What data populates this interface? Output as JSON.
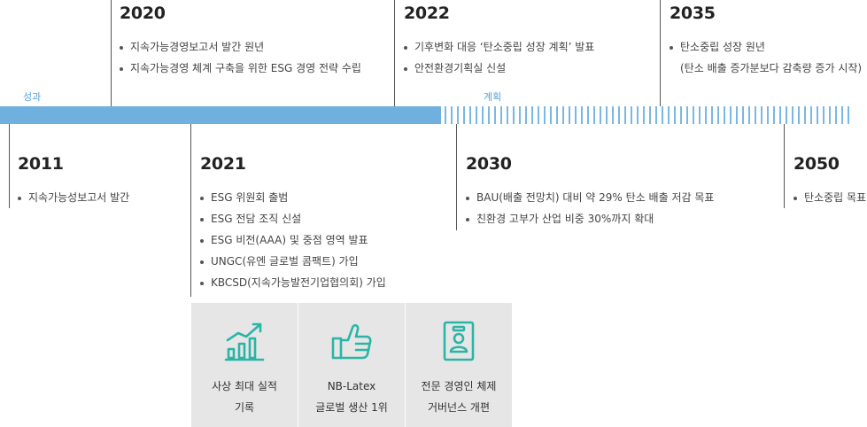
{
  "timeline": {
    "achievement_label": "성과",
    "plan_label": "계획"
  },
  "milestones": {
    "y2020": {
      "year": "2020",
      "items": [
        "지속가능경영보고서 발간 원년",
        "지속가능경영 체계 구축을 위한 ESG 경영 전략 수립"
      ]
    },
    "y2022": {
      "year": "2022",
      "items": [
        "기후변화 대응 ‘탄소중립 성장 계획’ 발표",
        "안전환경기획실 신설"
      ]
    },
    "y2035": {
      "year": "2035",
      "items": [
        "탄소중립 성장 원년",
        "(탄소 배출 증가분보다 감축량 증가 시작)"
      ]
    },
    "y2011": {
      "year": "2011",
      "items": [
        "지속가능성보고서 발간"
      ]
    },
    "y2021": {
      "year": "2021",
      "items": [
        "ESG 위원회 출범",
        "ESG 전담 조직 신설",
        "ESG 비전(AAA) 및 중점 영역 발표",
        "UNGC(유엔 글로벌 콤팩트) 가입",
        "KBCSD(지속가능발전기업협의회) 가입"
      ]
    },
    "y2030": {
      "year": "2030",
      "items": [
        "BAU(배출 전망치) 대비 약 29% 탄소 배출 저감 목표",
        "친환경 고부가 산업 비중 30%까지 확대"
      ]
    },
    "y2050": {
      "year": "2050",
      "items": [
        "탄소중립 목표"
      ]
    }
  },
  "cards": [
    {
      "icon": "growth-chart-icon",
      "line1": "사상 최대 실적",
      "line2": "기록"
    },
    {
      "icon": "thumbs-up-icon",
      "line1": "NB-Latex",
      "line2": "글로벌 생산 1위"
    },
    {
      "icon": "id-badge-icon",
      "line1": "전문 경영인 체제",
      "line2": "거버넌스 개편"
    }
  ],
  "colors": {
    "accent": "#6fb0de",
    "icon": "#2bb5a7",
    "card_bg": "#e6e6e6"
  }
}
